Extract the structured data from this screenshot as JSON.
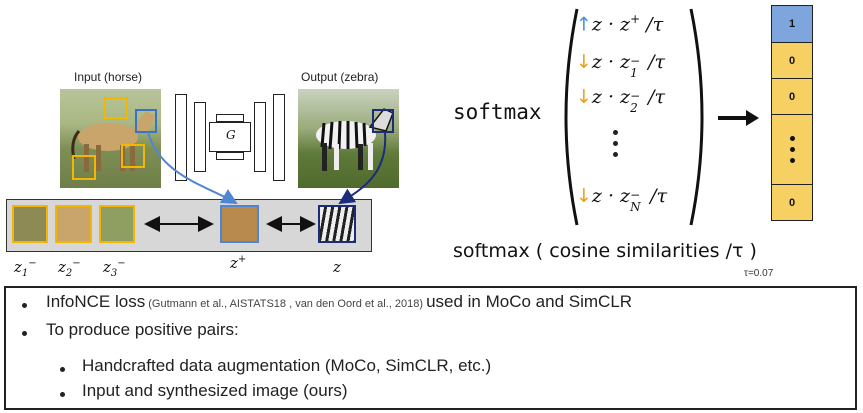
{
  "input_label": "Input (horse)",
  "output_label": "Output (zebra)",
  "generator_label": "G",
  "neg_labels": [
    "z",
    "z",
    "z"
  ],
  "neg_subs": [
    "1",
    "2",
    "3"
  ],
  "neg_sup": "−",
  "pos_label": "z",
  "pos_sup": "+",
  "query_label": "z",
  "softmax_word": "softmax",
  "formula": {
    "rows": [
      {
        "arrow": "↑",
        "dir": "up",
        "text_pre": "z · z",
        "sup": "+",
        "sub": "",
        "tail": " /τ"
      },
      {
        "arrow": "↓",
        "dir": "down",
        "text_pre": "z · z",
        "sup": "−",
        "sub": "1",
        "tail": " /τ"
      },
      {
        "arrow": "↓",
        "dir": "down",
        "text_pre": "z · z",
        "sup": "−",
        "sub": "2",
        "tail": " /τ"
      },
      {
        "arrow": "↓",
        "dir": "down",
        "text_pre": "z · z",
        "sup": "−",
        "sub": "N",
        "tail": " /τ"
      }
    ]
  },
  "vector_values": [
    "1",
    "0",
    "0",
    "0"
  ],
  "vector_colors": {
    "positive": "#7ea6dd",
    "negative": "#f7d064"
  },
  "cosine_caption": "softmax ( cosine similarities /τ  )",
  "tau_value": "τ=0.07",
  "bullets": [
    {
      "main": "InfoNCE loss",
      "cite": " (Gutmann et al., AISTATS18 , van den Oord et al., 2018) ",
      "tail": "used in MoCo and SimCLR"
    },
    {
      "main": "To produce positive pairs:"
    },
    {
      "main": "Handcrafted data augmentation (MoCo, SimCLR, etc.)"
    },
    {
      "main": "Input and synthesized image (ours)"
    }
  ]
}
